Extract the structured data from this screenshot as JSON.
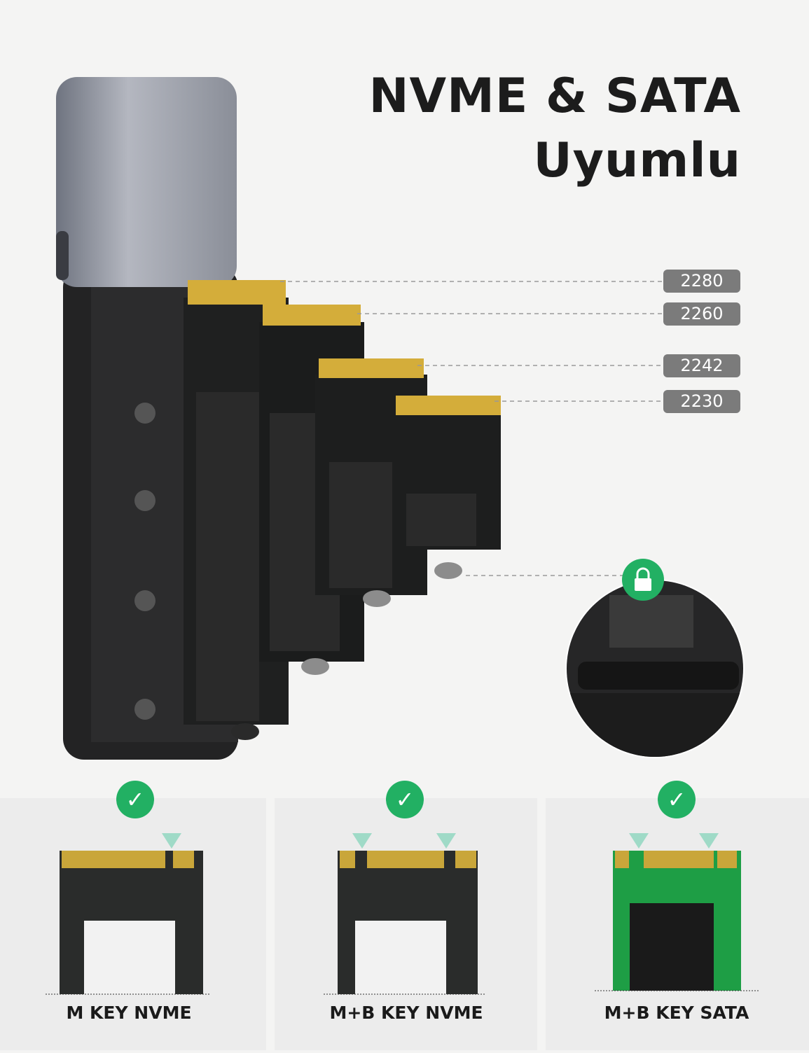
{
  "header": {
    "title_line1": "NVME & SATA",
    "title_line2": "Uyumlu"
  },
  "size_tags": [
    "2280",
    "2260",
    "2242",
    "2230"
  ],
  "key_types": [
    {
      "label": "M KEY NVME",
      "status_icon": "check-icon"
    },
    {
      "label": "M+B KEY NVME",
      "status_icon": "check-icon"
    },
    {
      "label": "M+B KEY SATA",
      "status_icon": "check-icon"
    }
  ],
  "colors": {
    "accent_green": "#22b063",
    "tag_gray": "#7b7b7b",
    "pcb_dark": "#1f2020",
    "pcb_green": "#1e9e45",
    "gold": "#d4ad3a"
  }
}
